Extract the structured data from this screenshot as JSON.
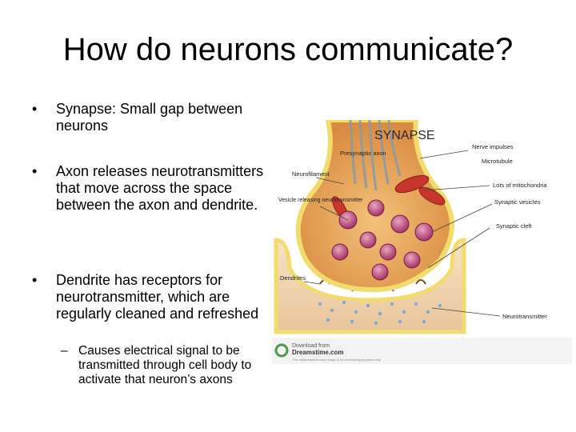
{
  "slide": {
    "title": "How do neurons communicate?",
    "bullets": [
      {
        "marker": "•",
        "text": "Synapse: Small gap between neurons"
      },
      {
        "marker": "•",
        "text": "Axon releases neurotransmitters that move across the space between the axon and dendrite."
      },
      {
        "marker": "•",
        "text": "Dendrite has receptors for neurotransmitter, which are regularly cleaned and refreshed"
      }
    ],
    "sub_bullet": {
      "marker": "–",
      "text": "Causes electrical signal to be transmitted through cell body to activate that neuron’s axons"
    }
  },
  "diagram": {
    "heading": "SYNAPSE",
    "labels": {
      "nerve_impulses": "Nerve impulses",
      "presynaptic_axon": "Presynaptic axon",
      "microtubule": "Microtubule",
      "neurofilament": "Neurofilament",
      "mitochondria": "Lots of mitochondria",
      "vesicle_releasing": "Vesicle releasing neurotransmitter",
      "synaptic_vesicles": "Synaptic vesicles",
      "synaptic_cleft": "Synaptic cleft",
      "dendrites": "Dendrites",
      "neurotransmitter": "Neurotransmitter"
    },
    "footer": {
      "download_from": "Download from",
      "site": "Dreamstime.com",
      "small_print": "This watermarked comp image is for previewing purposes only."
    },
    "colors": {
      "cell": "#e7a45a",
      "membrane": "#f2dc6e",
      "vesicle": "#b3336a",
      "mitochondria": "#c7352c"
    }
  }
}
